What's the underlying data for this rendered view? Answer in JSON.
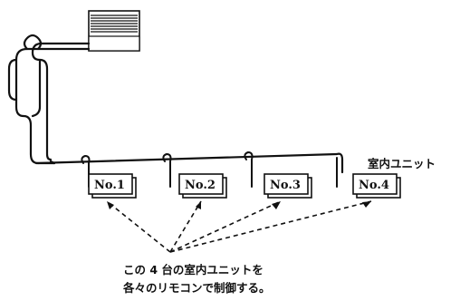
{
  "units": [
    {
      "label": "No.1"
    },
    {
      "label": "No.2"
    },
    {
      "label": "No.3"
    },
    {
      "label": "No.4"
    }
  ],
  "indoor_unit_label": "室内ユニット",
  "caption": {
    "line1": "この 4 台の室内ユニットを",
    "line2": "各々のリモコンで制御する。"
  },
  "colors": {
    "line": "#111111",
    "paper": "#ffffff"
  }
}
